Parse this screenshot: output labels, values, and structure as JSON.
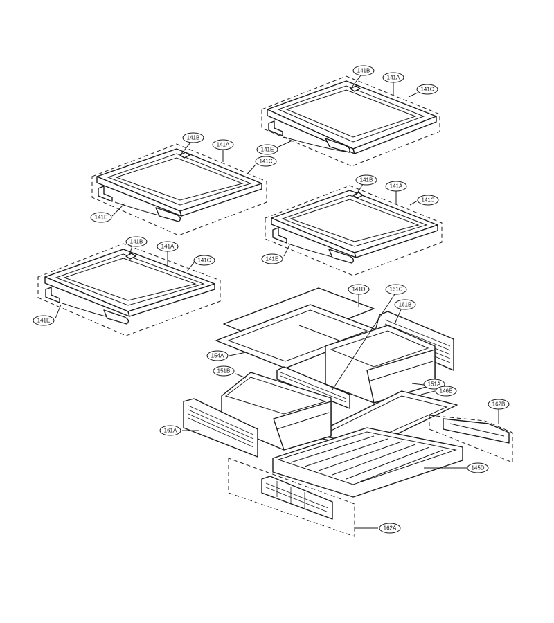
{
  "callouts": {
    "s1": {
      "b": "141B",
      "a": "141A",
      "c": "141C",
      "e": "141E"
    },
    "s2": {
      "b": "141B",
      "a": "141A",
      "c": "141C",
      "e": "141E"
    },
    "s3": {
      "b": "141B",
      "a": "141A",
      "c": "141C",
      "e": "141E"
    },
    "s4": {
      "b": "141B",
      "a": "141A",
      "c": "141C",
      "e": "141E"
    },
    "crisper": {
      "d141": "141D",
      "c161": "161C",
      "b161": "161B",
      "a154": "154A",
      "b151": "151B",
      "a151": "151A",
      "e146": "146E",
      "b162": "162B",
      "a161": "161A",
      "d145": "145D",
      "a162": "162A"
    }
  }
}
